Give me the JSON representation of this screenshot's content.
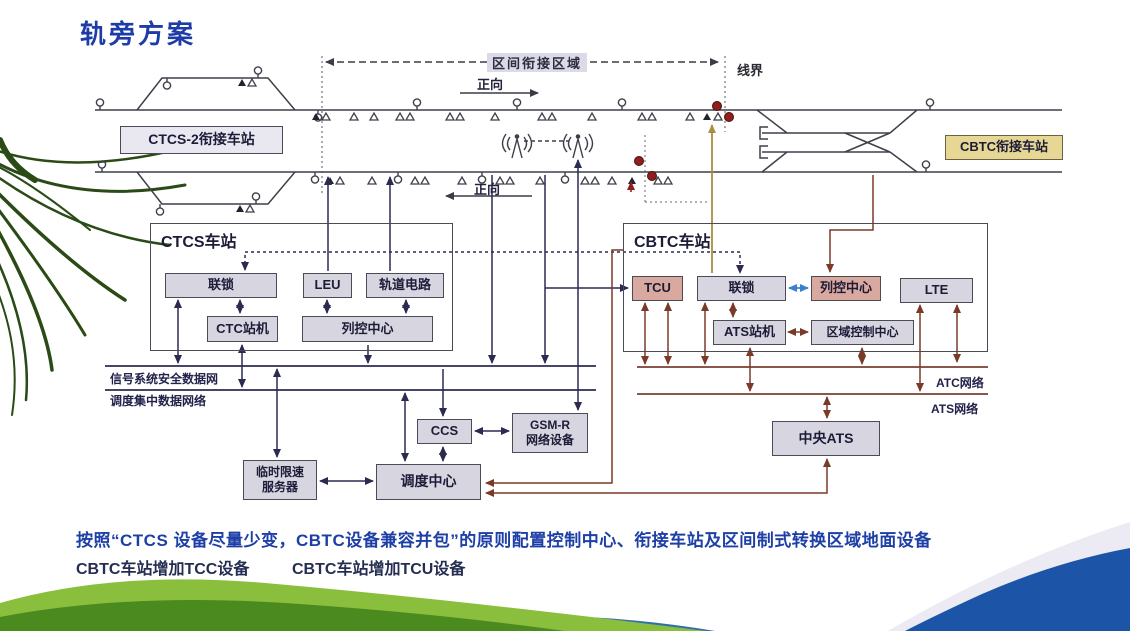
{
  "slide": {
    "title": "轨旁方案",
    "notes": {
      "line1": "按照“CTCS 设备尽量少变，CBTC设备兼容并包”的原则配置控制中心、衔接车站及区间制式转换区域地面设备",
      "line2a": "CBTC车站增加TCC设备",
      "line2b": "CBTC车站增加TCU设备"
    }
  },
  "track": {
    "transition_zone": "区间衔接区域",
    "line_boundary": "线界",
    "forward_up": "正向",
    "forward_down": "正向",
    "left_station": "CTCS-2衔接车站",
    "right_station": "CBTC衔接车站"
  },
  "ctcs": {
    "title": "CTCS车站",
    "interlocking": "联锁",
    "leu": "LEU",
    "track_circuit": "轨道电路",
    "ctc_station": "CTC站机",
    "tcc": "列控中心"
  },
  "cbtc": {
    "title": "CBTC车站",
    "tcu": "TCU",
    "interlocking": "联锁",
    "tcc": "列控中心",
    "lte": "LTE",
    "ats_station": "ATS站机",
    "zone_controller": "区域控制中心"
  },
  "networks": {
    "signal_safety": "信号系统安全数据网",
    "dispatch_data": "调度集中数据网络",
    "atc": "ATC网络",
    "ats": "ATS网络"
  },
  "ground": {
    "ccs": "CCS",
    "gsmr_line1": "GSM-R",
    "gsmr_line2": "网络设备",
    "tsr_line1": "临时限速",
    "tsr_line2": "服务器",
    "dispatch_center": "调度中心",
    "central_ats": "中央ATS"
  },
  "colors": {
    "title_blue": "#1e3ca8",
    "note_blue": "#1d3fa6",
    "navy_line": "#2b2b52",
    "brown_line": "#7a3a28",
    "blue_arrow": "#3a7fd0",
    "olive_arrow": "#a89040",
    "signal_red": "#8f1f1f",
    "box_gray": "#d7d6e0",
    "box_pink": "#d9a89e",
    "station_tan": "#e7d795",
    "swoosh_green": "#6aa82e",
    "swoosh_blue": "#1c55a8"
  }
}
